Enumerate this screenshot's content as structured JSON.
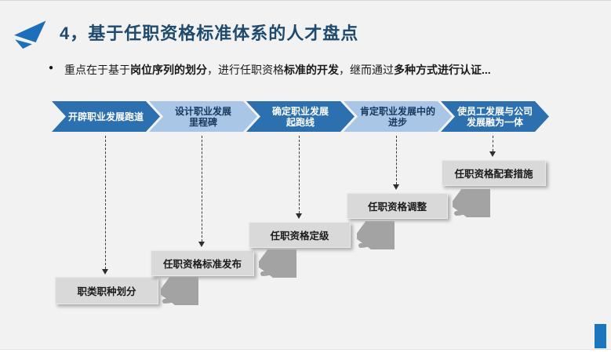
{
  "slide": {
    "title": "4，基于任职资格标准体系的人才盘点",
    "bullet": {
      "marker": "●",
      "segments": [
        {
          "text": "重点在于基于",
          "bold": false
        },
        {
          "text": "岗位序列的划分",
          "bold": true
        },
        {
          "text": "，进行任职资格",
          "bold": false
        },
        {
          "text": "标准的开发",
          "bold": true
        },
        {
          "text": "，继而通过",
          "bold": false
        },
        {
          "text": "多种方式进行认证...",
          "bold": true
        }
      ]
    },
    "process_chevrons": [
      {
        "line1": "开辟职业发展跑道",
        "line2": "",
        "variant": "dark"
      },
      {
        "line1": "设计职业发展",
        "line2": "里程碑",
        "variant": "light"
      },
      {
        "line1": "确定职业发展",
        "line2": "起跑线",
        "variant": "dark"
      },
      {
        "line1": "肯定职业发展中的",
        "line2": "进步",
        "variant": "light"
      },
      {
        "line1": "使员工发展与公司",
        "line2": "发展融为一体",
        "variant": "dark"
      }
    ],
    "step_boxes": [
      "职类职种划分",
      "任职资格标准发布",
      "任职资格定级",
      "任职资格调整",
      "任职资格配套措施"
    ],
    "icons": {
      "title_icon": "paper-plane-icon",
      "drop_arrow": "dashed-down-arrow-icon",
      "flow_arrow": "curved-up-arrow-icon"
    },
    "colors": {
      "background": "#f2f2f2",
      "title_text": "#1e4a6d",
      "chevron_dark": "#2d70b0",
      "chevron_light": "#a9c6e6",
      "chevron_light_text": "#17375e",
      "step_box_bg": "#d9d9d9",
      "swoosh_gray": "#a3a3a3",
      "accent_bar": "#1b76bd"
    }
  }
}
